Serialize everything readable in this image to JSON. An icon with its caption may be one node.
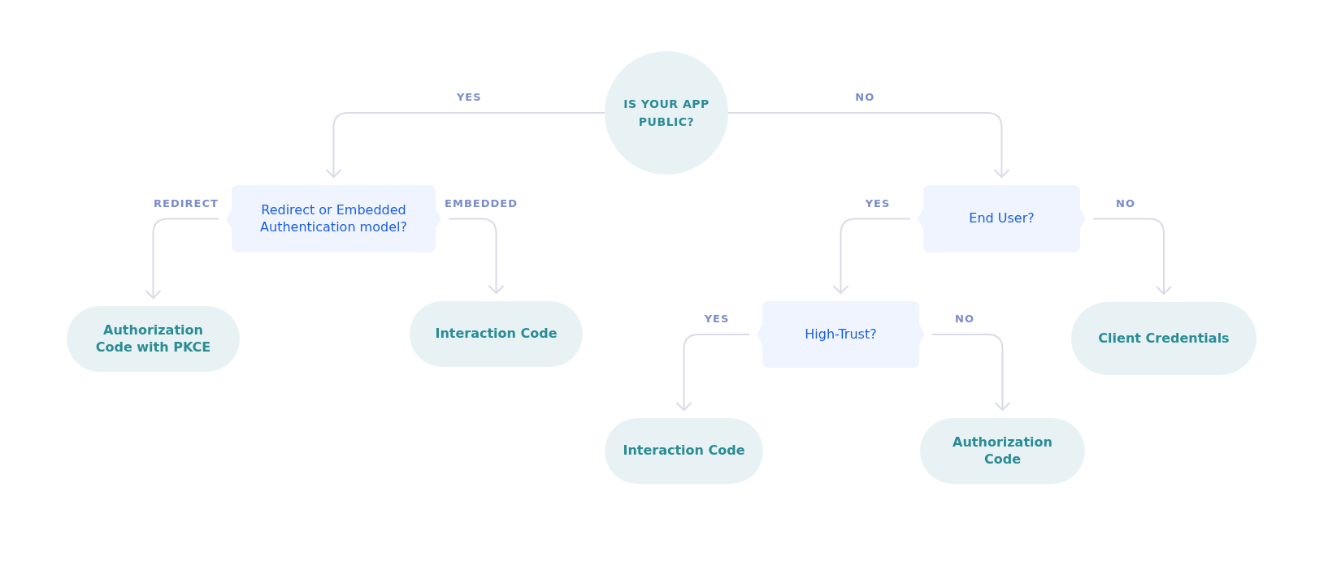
{
  "diagram": {
    "nodes": [
      {
        "text": [
          "IS YOUR APP PUBLIC?"
        ]
      },
      {
        "text": [
          "Redirect or Embedded Authentication model?"
        ]
      },
      {
        "text": [
          "End User?"
        ]
      },
      {
        "text": [
          "Authorization Code with PKCE"
        ]
      },
      {
        "text": [
          "Interaction Code"
        ]
      },
      {
        "text": [
          "High-Trust?"
        ]
      },
      {
        "text": [
          "Client Credentials"
        ]
      },
      {
        "text": [
          "Interaction Code"
        ]
      },
      {
        "text": [
          "Authorization Code"
        ]
      }
    ],
    "edges": [
      {
        "from": 0,
        "to": 1,
        "arrow": "to",
        "label": "YES"
      },
      {
        "from": 0,
        "to": 2,
        "arrow": "to",
        "label": "NO"
      },
      {
        "from": 1,
        "to": 3,
        "arrow": "to",
        "label": "REDIRECT"
      },
      {
        "from": 1,
        "to": 4,
        "arrow": "to",
        "label": "EMBEDDED"
      },
      {
        "from": 2,
        "to": 5,
        "arrow": "to",
        "label": "YES"
      },
      {
        "from": 2,
        "to": 6,
        "arrow": "to",
        "label": "NO"
      },
      {
        "from": 5,
        "to": 7,
        "arrow": "to",
        "label": "YES"
      },
      {
        "from": 5,
        "to": 8,
        "arrow": "to",
        "label": "NO"
      }
    ]
  }
}
